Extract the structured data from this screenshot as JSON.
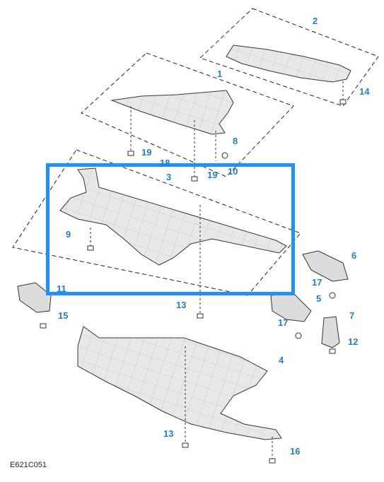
{
  "figure_id": "E621C051",
  "highlight_color": "#1e90ff",
  "callout_color": "#1f7fd6",
  "highlighted_part": "3",
  "callouts": [
    {
      "label": "1"
    },
    {
      "label": "2"
    },
    {
      "label": "3"
    },
    {
      "label": "4"
    },
    {
      "label": "5"
    },
    {
      "label": "6"
    },
    {
      "label": "7"
    },
    {
      "label": "8"
    },
    {
      "label": "9"
    },
    {
      "label": "10"
    },
    {
      "label": "11"
    },
    {
      "label": "12"
    },
    {
      "label": "13"
    },
    {
      "label": "13"
    },
    {
      "label": "14"
    },
    {
      "label": "15"
    },
    {
      "label": "16"
    },
    {
      "label": "17"
    },
    {
      "label": "17"
    },
    {
      "label": "18"
    },
    {
      "label": "19"
    },
    {
      "label": "19"
    }
  ]
}
